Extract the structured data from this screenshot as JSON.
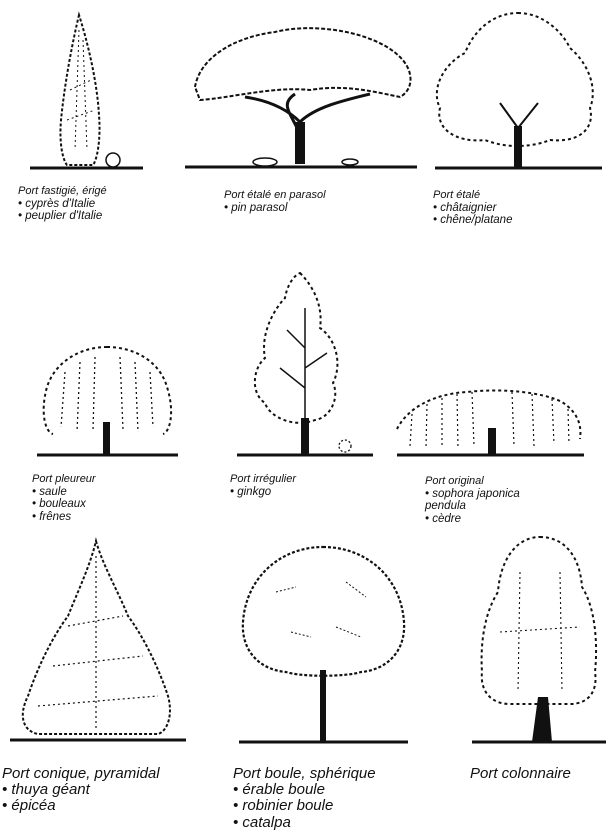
{
  "trees": [
    {
      "id": "fastigie",
      "title": "Port fastigié, érigé",
      "items": [
        "• cyprès d'Italie",
        "• peuplier d'Italie"
      ]
    },
    {
      "id": "parasol",
      "title": "Port étalé en parasol",
      "items": [
        "• pin parasol"
      ]
    },
    {
      "id": "etale",
      "title": "Port étalé",
      "items": [
        "• châtaignier",
        "• chêne/platane"
      ]
    },
    {
      "id": "pleureur",
      "title": "Port pleureur",
      "items": [
        "• saule",
        "• bouleaux",
        "• frênes"
      ]
    },
    {
      "id": "irregulier",
      "title": "Port irrégulier",
      "items": [
        "• ginkgo"
      ]
    },
    {
      "id": "original",
      "title": "Port original",
      "items": [
        "• sophora japonica",
        "pendula",
        "• cèdre"
      ]
    },
    {
      "id": "conique",
      "title": "Port conique, pyramidal",
      "items": [
        "• thuya géant",
        "• épicéa"
      ]
    },
    {
      "id": "boule",
      "title": "Port boule, sphérique",
      "items": [
        "• érable boule",
        "• robinier boule",
        "• catalpa"
      ]
    },
    {
      "id": "colonnaire",
      "title": "Port colonnaire",
      "items": []
    }
  ]
}
